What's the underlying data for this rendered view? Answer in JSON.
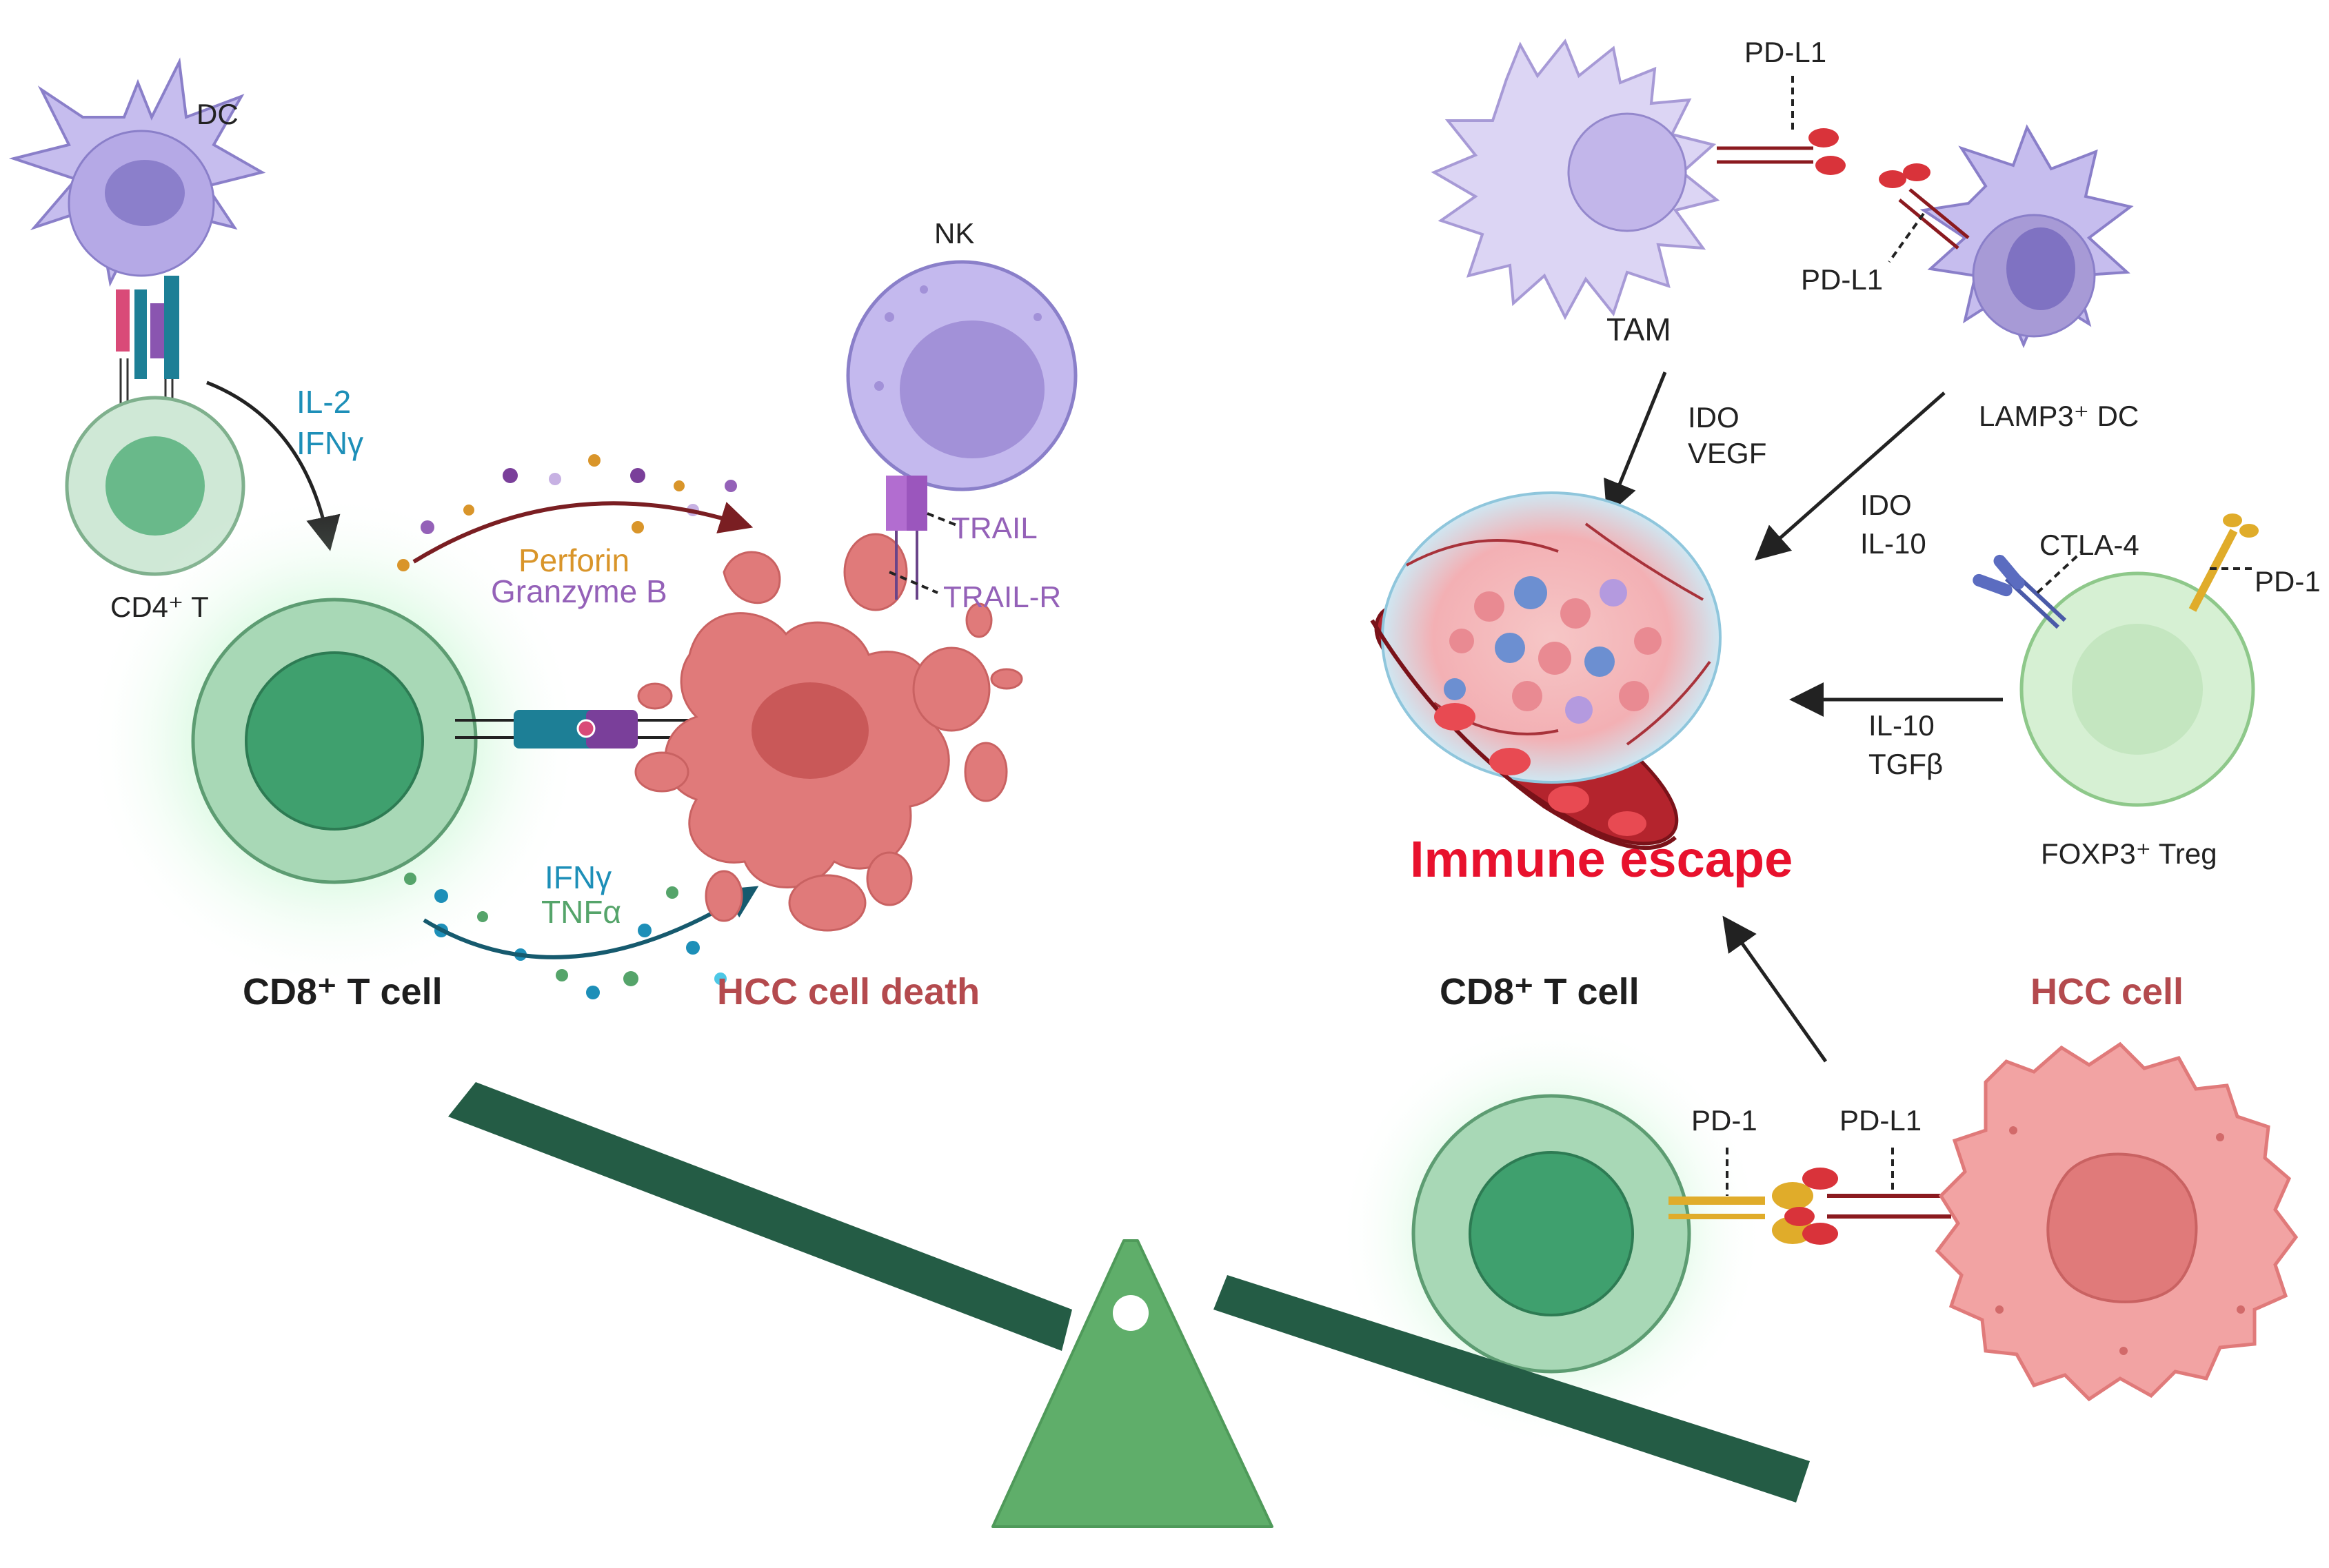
{
  "cells": {
    "dc": "DC",
    "cd4_t": "CD4⁺ T",
    "cd8_left": "CD8⁺ T cell",
    "nk": "NK",
    "hcc_death": "HCC cell death",
    "tam": "TAM",
    "lamp3_dc": "LAMP3⁺ DC",
    "foxp3_treg": "FOXP3⁺ Treg",
    "cd8_right": "CD8⁺ T cell",
    "hcc_cell": "HCC cell"
  },
  "molecules": {
    "il2": "IL-2",
    "ifng_top": "IFNγ",
    "perforin": "Perforin",
    "granzyme": "Granzyme B",
    "trail": "TRAIL",
    "trail_r": "TRAIL-R",
    "ifng_bottom": "IFNγ",
    "tnfa": "TNFα",
    "pdl1_tam": "PD-L1",
    "pdl1_dc": "PD-L1",
    "ido_1": "IDO",
    "vegf": "VEGF",
    "ido_2": "IDO",
    "il10_1": "IL-10",
    "ctla4": "CTLA-4",
    "pd1_treg": "PD-1",
    "il10_2": "IL-10",
    "tgfb": "TGFβ",
    "pd1_cd8": "PD-1",
    "pdl1_hcc": "PD-L1"
  },
  "outcome": {
    "immune_escape": "Immune escape"
  },
  "colors": {
    "t_cell_green": "#6cbf8c",
    "dc_purple": "#a79ad6",
    "nk_purple": "#a898d8",
    "hcc_red": "#e07a7a",
    "immune_escape_red": "#e8112d",
    "seesaw_dark_green": "#245c45",
    "fulcrum_green": "#5fae6a",
    "il_blue": "#1d8fb8",
    "perforin_orange": "#d9952a",
    "granzyme_purple": "#9461b8",
    "tnfa_green": "#55a46a"
  }
}
